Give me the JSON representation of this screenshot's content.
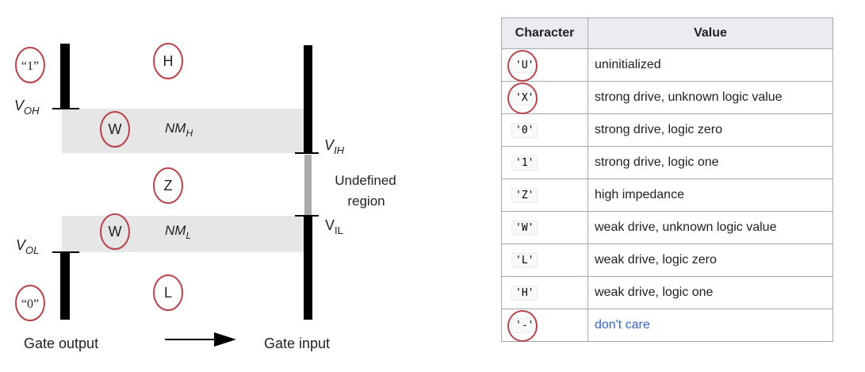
{
  "diagram": {
    "output_high": "“1”",
    "output_low": "“0”",
    "v_oh": {
      "main": "V",
      "sub": "OH"
    },
    "v_ol": {
      "main": "V",
      "sub": "OL"
    },
    "v_ih": {
      "main": "V",
      "sub": "IH"
    },
    "v_il": {
      "main": "V",
      "sub": "IL"
    },
    "nm_h": {
      "main": "NM",
      "sub": "H"
    },
    "nm_l": {
      "main": "NM",
      "sub": "L"
    },
    "undefined_region": [
      "Undefined",
      "region"
    ],
    "gate_output": "Gate output",
    "gate_input": "Gate input",
    "circled": {
      "h": "H",
      "w_top": "W",
      "z": "Z",
      "w_bottom": "W",
      "l": "L"
    },
    "colors": {
      "bars": "#000000",
      "band": "#e6e6e6",
      "undefined": "#aaaaaa",
      "ring": "#b8454a"
    }
  },
  "table": {
    "headers": [
      "Character",
      "Value"
    ],
    "rows": [
      {
        "char": "'U'",
        "value": "uninitialized",
        "circled": true
      },
      {
        "char": "'X'",
        "value": "strong drive, unknown logic value",
        "circled": true
      },
      {
        "char": "'0'",
        "value": "strong drive, logic zero",
        "circled": false
      },
      {
        "char": "'1'",
        "value": "strong drive, logic one",
        "circled": false
      },
      {
        "char": "'Z'",
        "value": "high impedance",
        "circled": false
      },
      {
        "char": "'W'",
        "value": "weak drive, unknown logic value",
        "circled": false
      },
      {
        "char": "'L'",
        "value": "weak drive, logic zero",
        "circled": false
      },
      {
        "char": "'H'",
        "value": "weak drive, logic one",
        "circled": false
      },
      {
        "char": "'-'",
        "value": "don't care",
        "circled": true,
        "link": true
      }
    ],
    "colors": {
      "header_bg": "#eaecf0",
      "border": "#a2a9b1",
      "link": "#3366cc"
    }
  }
}
